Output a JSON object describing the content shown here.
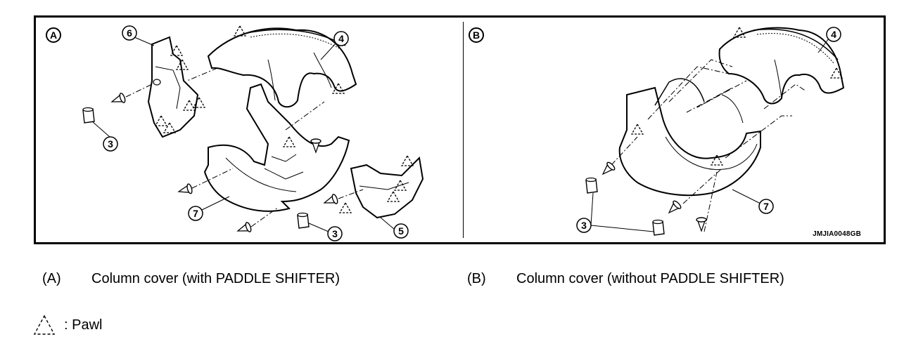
{
  "figure": {
    "panel_a": {
      "marker": "A"
    },
    "panel_b": {
      "marker": "B"
    },
    "callouts_a": [
      "6",
      "4",
      "3",
      "7",
      "3",
      "5"
    ],
    "callouts_b": [
      "4",
      "7",
      "3"
    ],
    "reference_code": "JMJIA0048GB"
  },
  "legend": {
    "a_key": "(A)",
    "a_text": "Column cover (with PADDLE SHIFTER)",
    "b_key": "(B)",
    "b_text": "Column cover (without PADDLE SHIFTER)",
    "pawl_text": ": Pawl"
  },
  "icons": {
    "pawl": "pawl-triangle-icon",
    "screw": "screw-icon",
    "clip": "clip-icon"
  }
}
